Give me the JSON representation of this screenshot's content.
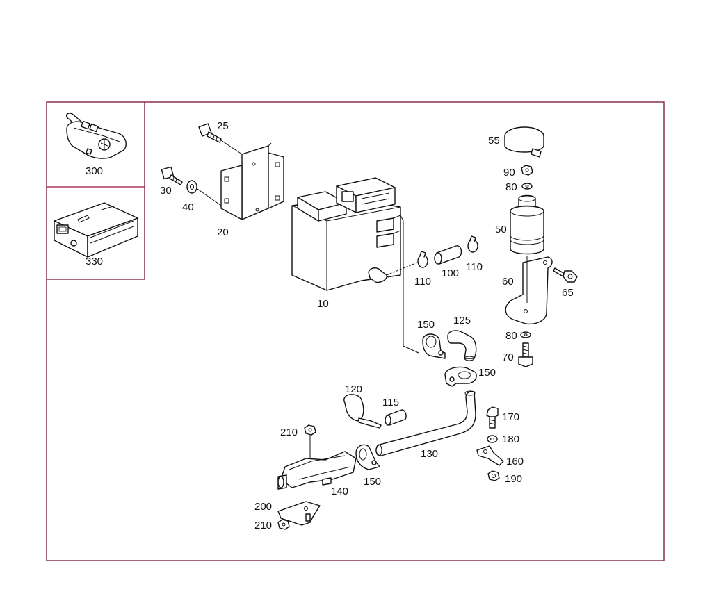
{
  "diagram": {
    "inset_labels": {
      "remote": "300",
      "receiver": "330"
    },
    "labels": {
      "p10": "10",
      "p20": "20",
      "p25": "25",
      "p30": "30",
      "p40": "40",
      "p50": "50",
      "p55": "55",
      "p60": "60",
      "p65": "65",
      "p70": "70",
      "p80a": "80",
      "p80b": "80",
      "p90": "90",
      "p100": "100",
      "p110a": "110",
      "p110b": "110",
      "p115": "115",
      "p120": "120",
      "p125": "125",
      "p130": "130",
      "p140": "140",
      "p150a": "150",
      "p150b": "150",
      "p150c": "150",
      "p160": "160",
      "p170": "170",
      "p180": "180",
      "p190": "190",
      "p200": "200",
      "p210a": "210",
      "p210b": "210"
    }
  }
}
